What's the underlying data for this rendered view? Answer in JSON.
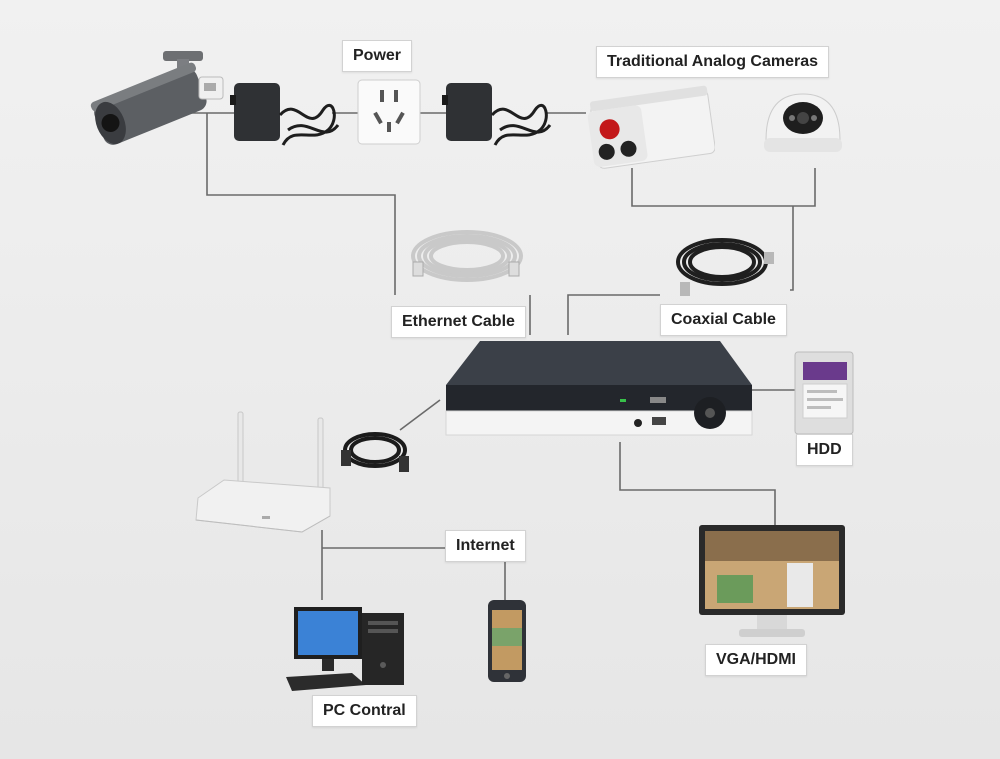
{
  "labels": {
    "power": "Power",
    "analog": "Traditional Analog Cameras",
    "ethernet": "Ethernet Cable",
    "coaxial": "Coaxial Cable",
    "hdd": "HDD",
    "internet": "Internet",
    "vga": "VGA/HDMI",
    "pc": "PC Contral"
  },
  "colors": {
    "line": "#666666",
    "dvr_body": "#2a2e35",
    "label_bg": "#ffffff"
  },
  "icons": [
    "ip-bullet-camera-icon",
    "power-adapter-icon",
    "wall-socket-icon",
    "analog-bullet-camera-icon",
    "dome-camera-icon",
    "ethernet-cable-coil-icon",
    "coaxial-cable-coil-icon",
    "dvr-recorder-icon",
    "hdd-icon",
    "router-icon",
    "network-patch-cable-icon",
    "monitor-icon",
    "smartphone-icon",
    "desktop-pc-icon"
  ]
}
